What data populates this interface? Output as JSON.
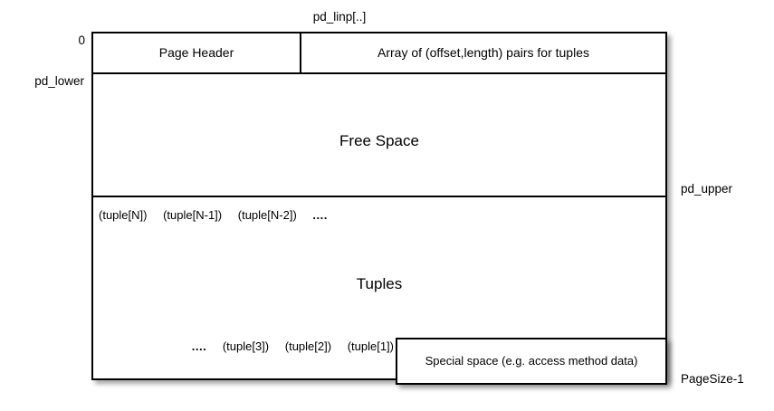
{
  "diagram": {
    "title": "PostgreSQL heap page layout",
    "colors": {
      "stroke": "#000000",
      "fill": "#ffffff",
      "background": "#ffffff",
      "shadow": "rgba(0,0,0,0.35)"
    },
    "page_box": {
      "header_row": {
        "page_header_label": "Page Header",
        "linp_array_label": "Array of (offset,length) pairs for tuples"
      },
      "free_space_label": "Free Space",
      "tuples_label": "Tuples",
      "tuple_rows": {
        "top": [
          "(tuple[N])",
          "(tuple[N-1])",
          "(tuple[N-2])",
          "...."
        ],
        "bottom": [
          "....",
          "(tuple[3])",
          "(tuple[2])",
          "(tuple[1])"
        ]
      }
    },
    "special_box": {
      "label": "Special space (e.g. access method data)"
    },
    "annotations": {
      "offset_zero": "0",
      "pd_lower": "pd_lower",
      "pd_linp": "pd_linp[..]",
      "pd_upper": "pd_upper",
      "page_size_end": "PageSize-1"
    }
  }
}
